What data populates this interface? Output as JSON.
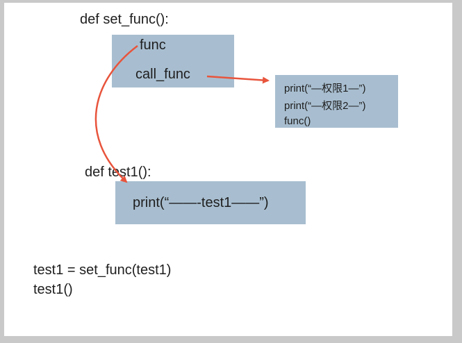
{
  "colors": {
    "box_fill": "#a8bed0",
    "arrow": "#e8543c",
    "background": "#ffffff",
    "frame": "#c9c9c9"
  },
  "diagram": {
    "outer_def": "def set_func():",
    "outer_box": {
      "label_top": "func",
      "label_bottom": "call_func"
    },
    "inner_box": {
      "lines": [
        "print(“—权限1—”)",
        "print(“—权限2—”)",
        "func()"
      ]
    },
    "test_def": "def test1():",
    "test_box": {
      "body": "print(“——-test1——”)"
    },
    "code_lines": [
      "test1 = set_func(test1)",
      "test1()"
    ]
  }
}
